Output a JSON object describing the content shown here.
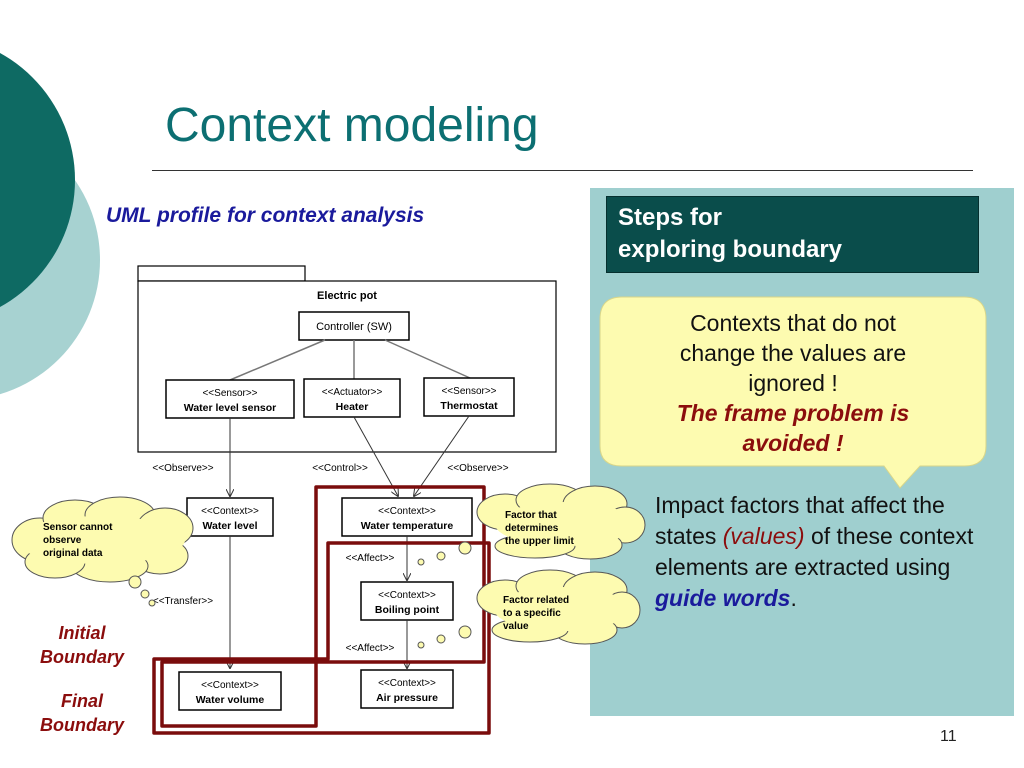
{
  "slide": {
    "title": "Context modeling",
    "subtitle": "UML profile for context analysis",
    "page_number": "11"
  },
  "steps": {
    "heading_line1": "Steps for",
    "heading_line2": "exploring boundary",
    "bubble_line1": "Contexts that do not",
    "bubble_line2": "change the values are",
    "bubble_line3": "ignored !",
    "bubble_em1": "The frame problem is",
    "bubble_em2": "avoided !",
    "impact_a": "Impact factors that affect the states ",
    "impact_values": "(values)",
    "impact_b": " of these context elements are extracted using ",
    "impact_guide": "guide words",
    "impact_end": "."
  },
  "labels": {
    "initial_1": "Initial",
    "initial_2": "Boundary",
    "final_1": "Final",
    "final_2": "Boundary"
  },
  "diagram": {
    "package_name": "Electric pot",
    "controller": "Controller (SW)",
    "sensor_stereo": "<<Sensor>>",
    "actuator_stereo": "<<Actuator>>",
    "context_stereo": "<<Context>>",
    "water_level_sensor": "Water level sensor",
    "heater": "Heater",
    "thermostat": "Thermostat",
    "water_level": "Water level",
    "water_temperature": "Water temperature",
    "boiling_point": "Boiling point",
    "water_volume": "Water volume",
    "air_pressure": "Air pressure",
    "observe": "<<Observe>>",
    "control": "<<Control>>",
    "affect": "<<Affect>>",
    "transfer": "<<Transfer>>",
    "note_sensor_1": "Sensor cannot",
    "note_sensor_2": "observe",
    "note_sensor_3": "original data",
    "note_factor1_1": "Factor that",
    "note_factor1_2": "determines",
    "note_factor1_3": "the upper limit",
    "note_factor2_1": "Factor related",
    "note_factor2_2": "to a specific",
    "note_factor2_3": "value"
  },
  "colors": {
    "title": "#0c6f72",
    "boundary": "#7a0c0c",
    "panel": "#9fcfcf",
    "steps_head": "#0a4d4b",
    "bubble": "#fdfbb0"
  }
}
